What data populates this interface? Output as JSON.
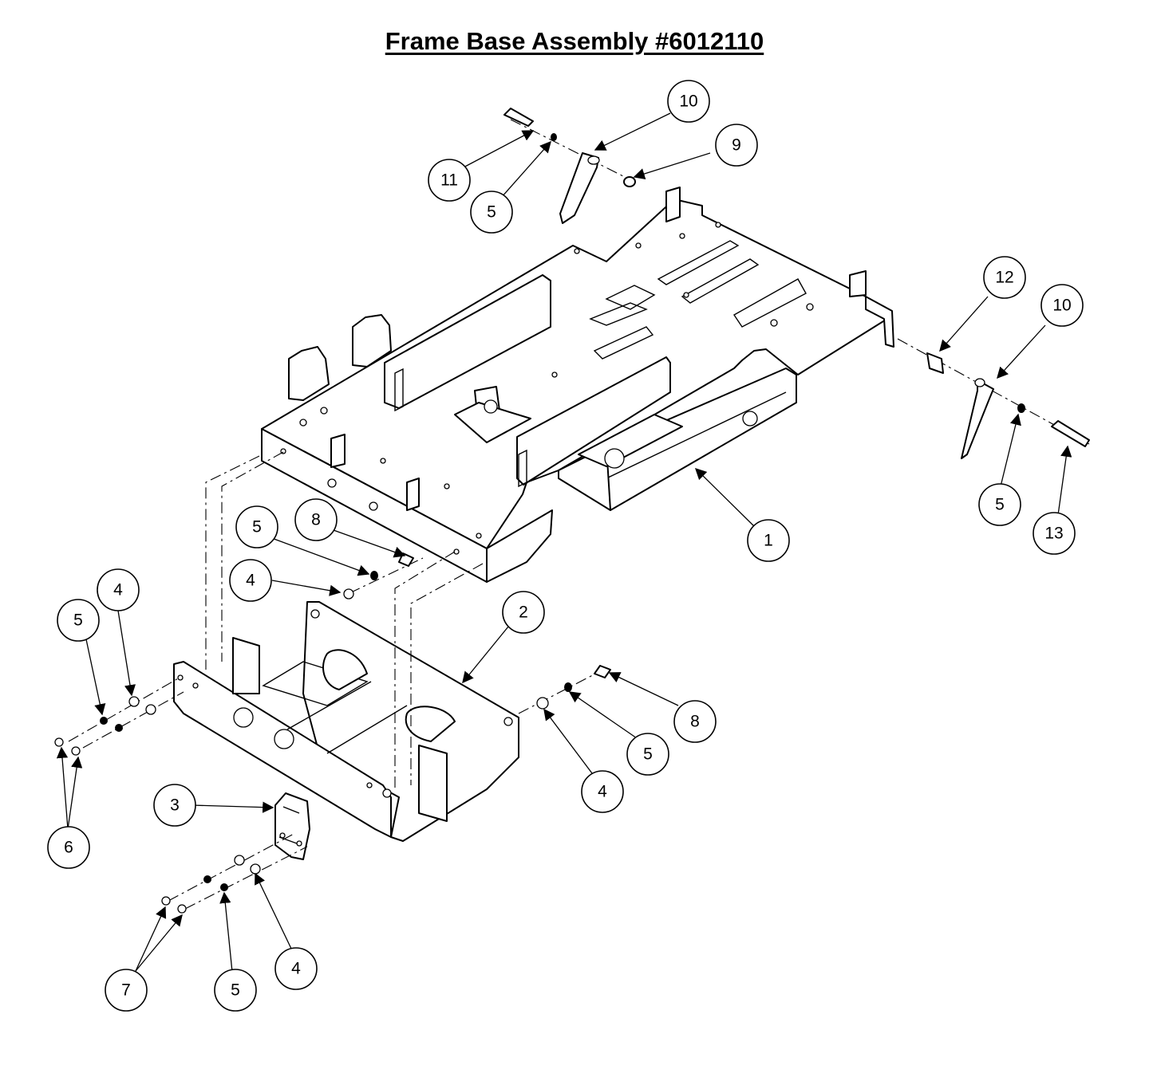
{
  "title": "Frame Base Assembly #6012110",
  "callouts": [
    {
      "label": "1"
    },
    {
      "label": "2"
    },
    {
      "label": "3"
    },
    {
      "label": "4"
    },
    {
      "label": "4"
    },
    {
      "label": "4"
    },
    {
      "label": "4"
    },
    {
      "label": "5"
    },
    {
      "label": "5"
    },
    {
      "label": "5"
    },
    {
      "label": "5"
    },
    {
      "label": "5"
    },
    {
      "label": "5"
    },
    {
      "label": "6"
    },
    {
      "label": "7"
    },
    {
      "label": "8"
    },
    {
      "label": "8"
    },
    {
      "label": "9"
    },
    {
      "label": "10"
    },
    {
      "label": "10"
    },
    {
      "label": "11"
    },
    {
      "label": "12"
    },
    {
      "label": "13"
    }
  ]
}
